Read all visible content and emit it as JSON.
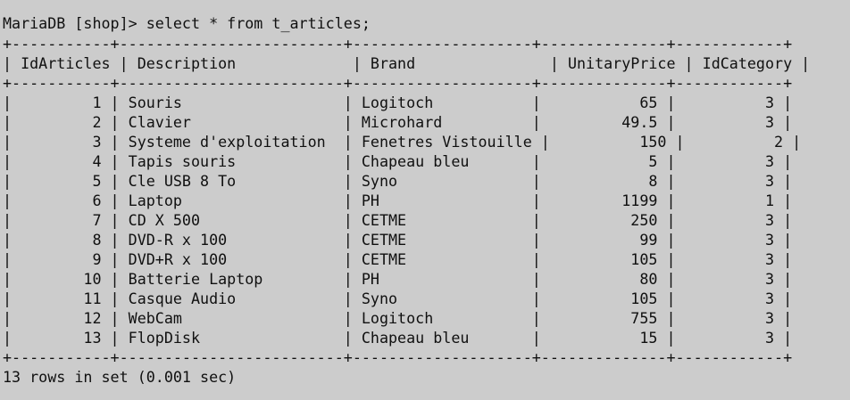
{
  "console": {
    "prompt": "MariaDB [shop]> ",
    "command": "select * from t_articles;",
    "border_line": "+-----------+-------------------------+--------------------+--------------+------------+",
    "columns": [
      "IdArticles",
      "Description",
      "Brand",
      "UnitaryPrice",
      "IdCategory"
    ],
    "rows": [
      [
        "1",
        "Souris",
        "Logitoch",
        "65",
        "3"
      ],
      [
        "2",
        "Clavier",
        "Microhard",
        "49.5",
        "3"
      ],
      [
        "3",
        "Systeme d'exploitation",
        "Fenetres Vistouille",
        "150",
        "2"
      ],
      [
        "4",
        "Tapis souris",
        "Chapeau bleu",
        "5",
        "3"
      ],
      [
        "5",
        "Cle USB 8 To",
        "Syno",
        "8",
        "3"
      ],
      [
        "6",
        "Laptop",
        "PH",
        "1199",
        "1"
      ],
      [
        "7",
        "CD X 500",
        "CETME",
        "250",
        "3"
      ],
      [
        "8",
        "DVD-R x 100",
        "CETME",
        "99",
        "3"
      ],
      [
        "9",
        "DVD+R x 100",
        "CETME",
        "105",
        "3"
      ],
      [
        "10",
        "Batterie Laptop",
        "PH",
        "80",
        "3"
      ],
      [
        "11",
        "Casque Audio",
        "Syno",
        "105",
        "3"
      ],
      [
        "12",
        "WebCam",
        "Logitoch",
        "755",
        "3"
      ],
      [
        "13",
        "FlopDisk",
        "Chapeau bleu",
        "15",
        "3"
      ]
    ],
    "footer": "13 rows in set (0.001 sec)",
    "colors": {
      "background": "#cccccc",
      "text": "#101010"
    }
  }
}
